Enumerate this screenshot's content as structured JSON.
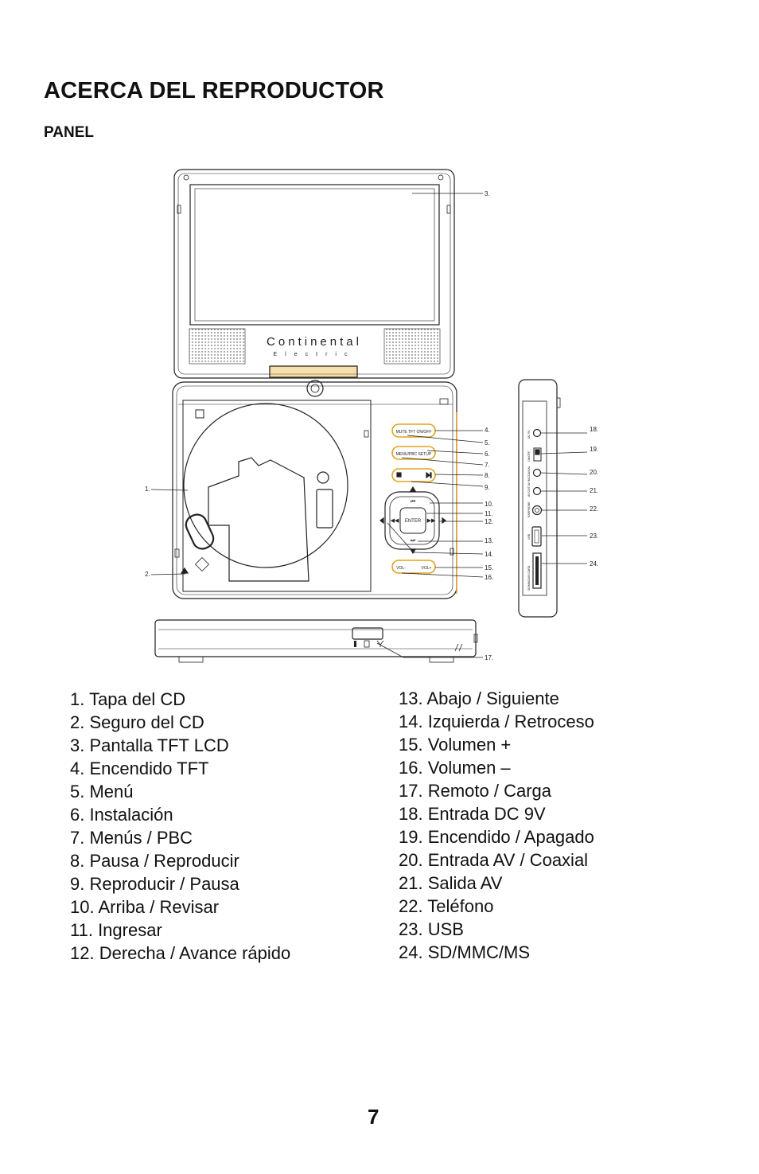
{
  "header": {
    "title": "ACERCA DEL REPRODUCTOR",
    "subtitle": "PANEL"
  },
  "diagram": {
    "brand_name": "Continental",
    "brand_sub": "Electric",
    "buttons": {
      "mute_tft": "MUTE  TFT ON/OFF",
      "menu_setup": "MENU/PBC  SETUP",
      "enter": "ENTER",
      "vol_minus": "VOL-",
      "vol_plus": "VOL+"
    },
    "side_labels": {
      "dc": "DC 9V",
      "onoff": "ON/OFF",
      "av": "AV OUT  AV IN/COAXIAL",
      "phones": "EARPHONE",
      "usb": "USB",
      "card": "SD/MMC/MS CARD"
    },
    "callouts": [
      "1.",
      "2.",
      "3.",
      "4.",
      "5.",
      "6.",
      "7.",
      "8.",
      "9.",
      "10.",
      "11.",
      "12.",
      "13.",
      "14.",
      "15.",
      "16.",
      "17.",
      "18.",
      "19.",
      "20.",
      "21.",
      "22.",
      "23.",
      "24."
    ]
  },
  "legend": {
    "left": [
      "1. Tapa del CD",
      "2. Seguro del CD",
      "3. Pantalla  TFT LCD",
      "4. Encendido TFT",
      "5. Menú",
      "6. Instalación",
      "7. Menús / PBC",
      "8. Pausa / Reproducir",
      "9. Reproducir / Pausa",
      "10. Arriba / Revisar",
      "11. Ingresar",
      "12. Derecha / Avance rápido"
    ],
    "right": [
      "13. Abajo / Siguiente",
      "14. Izquierda / Retroceso",
      "15. Volumen +",
      "16. Volumen –",
      "17. Remoto / Carga",
      "18. Entrada DC 9V",
      "19. Encendido / Apagado",
      "20. Entrada AV / Coaxial",
      "21. Salida AV",
      "22. Teléfono",
      "23. USB",
      "24. SD/MMC/MS"
    ]
  },
  "page": {
    "number": "7"
  },
  "colors": {
    "accent": "#e3a21a",
    "ink": "#111111"
  }
}
